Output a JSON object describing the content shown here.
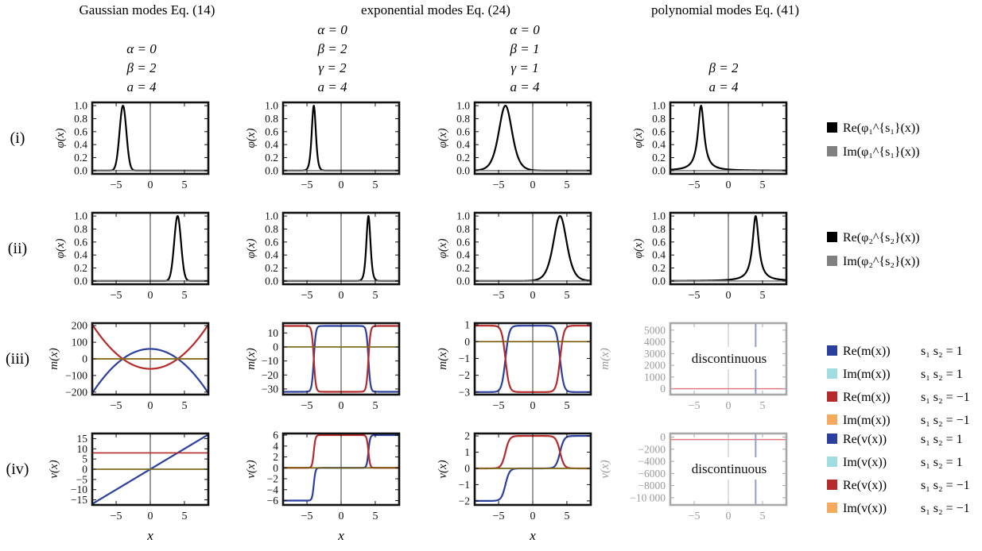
{
  "columns": [
    {
      "title": "Gaussian modes Eq. (14)",
      "params": [
        "α = 0",
        "β = 2",
        "a = 4"
      ]
    },
    {
      "title": "exponential modes Eq. (24)",
      "params": [
        "α = 0",
        "β = 2",
        "γ = 2",
        "a = 4"
      ]
    },
    {
      "title": "",
      "params": [
        "α = 0",
        "β = 1",
        "γ = 1",
        "a = 4"
      ]
    },
    {
      "title": "polynomial modes Eq. (41)",
      "params": [
        "β = 2",
        "a = 4"
      ]
    }
  ],
  "rows": [
    {
      "label": "(i)",
      "ylabel": "φ(x)"
    },
    {
      "label": "(ii)",
      "ylabel": "φ(x)"
    },
    {
      "label": "(iii)",
      "ylabel": "m(x)"
    },
    {
      "label": "(iv)",
      "ylabel": "v(x)"
    }
  ],
  "xlabel": "x",
  "discontinuous_label": "discontinuous",
  "legend_phi1": [
    {
      "label": "Re(φ₁^{s₁}(x))",
      "color": "#000000"
    },
    {
      "label": "Im(φ₁^{s₁}(x))",
      "color": "#808080"
    }
  ],
  "legend_phi2": [
    {
      "label": "Re(φ₂^{s₂}(x))",
      "color": "#000000"
    },
    {
      "label": "Im(φ₂^{s₂}(x))",
      "color": "#808080"
    }
  ],
  "legend_m": [
    {
      "label": "Re(m(x))",
      "cond": "s₁ s₂ = 1",
      "color": "#2b3f9e"
    },
    {
      "label": "Im(m(x))",
      "cond": "s₁ s₂ = 1",
      "color": "#9fdde0"
    },
    {
      "label": "Re(m(x))",
      "cond": "s₁ s₂ = −1",
      "color": "#b52a2a"
    },
    {
      "label": "Im(m(x))",
      "cond": "s₁ s₂ = −1",
      "color": "#f5a95c"
    }
  ],
  "legend_v": [
    {
      "label": "Re(v(x))",
      "cond": "s₁ s₂ = 1",
      "color": "#2b3f9e"
    },
    {
      "label": "Im(v(x))",
      "cond": "s₁ s₂ = 1",
      "color": "#9fdde0"
    },
    {
      "label": "Re(v(x))",
      "cond": "s₁ s₂ = −1",
      "color": "#b52a2a"
    },
    {
      "label": "Im(v(x))",
      "cond": "s₁ s₂ = −1",
      "color": "#f5a95c"
    }
  ],
  "chart_data": [
    {
      "id": "gauss-phi1",
      "type": "line",
      "xlim": [
        -8.5,
        8.5
      ],
      "ylim": [
        -0.05,
        1.05
      ],
      "xticks": [
        -5,
        0,
        5
      ],
      "yticks": [
        0.0,
        0.2,
        0.4,
        0.6,
        0.8,
        1.0
      ],
      "ytick_labels": [
        "0.0",
        "0.2",
        "0.4",
        "0.6",
        "0.8",
        "1.0"
      ],
      "series": [
        {
          "color": "#000000",
          "kind": "gauss",
          "center": -4,
          "width": 0.7
        },
        {
          "color": "#808080",
          "kind": "const",
          "value": 0
        }
      ]
    },
    {
      "id": "exp1-phi1",
      "type": "line",
      "xlim": [
        -8.5,
        8.5
      ],
      "ylim": [
        -0.05,
        1.05
      ],
      "xticks": [
        -5,
        0,
        5
      ],
      "yticks": [
        0.0,
        0.2,
        0.4,
        0.6,
        0.8,
        1.0
      ],
      "ytick_labels": [
        "0.0",
        "0.2",
        "0.4",
        "0.6",
        "0.8",
        "1.0"
      ],
      "series": [
        {
          "color": "#000000",
          "kind": "sech",
          "center": -4,
          "width": 0.4
        },
        {
          "color": "#808080",
          "kind": "const",
          "value": 0
        }
      ]
    },
    {
      "id": "exp2-phi1",
      "type": "line",
      "xlim": [
        -8.5,
        8.5
      ],
      "ylim": [
        -0.05,
        1.05
      ],
      "xticks": [
        -5,
        0,
        5
      ],
      "yticks": [
        0.0,
        0.2,
        0.4,
        0.6,
        0.8,
        1.0
      ],
      "ytick_labels": [
        "0.0",
        "0.2",
        "0.4",
        "0.6",
        "0.8",
        "1.0"
      ],
      "series": [
        {
          "color": "#000000",
          "kind": "sech",
          "center": -4,
          "width": 1.3
        },
        {
          "color": "#808080",
          "kind": "const",
          "value": 0
        }
      ]
    },
    {
      "id": "poly-phi1",
      "type": "line",
      "xlim": [
        -8.5,
        8.5
      ],
      "ylim": [
        -0.05,
        1.05
      ],
      "xticks": [
        -5,
        0,
        5
      ],
      "yticks": [
        0.0,
        0.2,
        0.4,
        0.6,
        0.8,
        1.0
      ],
      "ytick_labels": [
        "0.0",
        "0.2",
        "0.4",
        "0.6",
        "0.8",
        "1.0"
      ],
      "series": [
        {
          "color": "#000000",
          "kind": "lorentz",
          "center": -4,
          "width": 0.55
        },
        {
          "color": "#808080",
          "kind": "const",
          "value": 0
        }
      ]
    },
    {
      "id": "gauss-phi2",
      "type": "line",
      "xlim": [
        -8.5,
        8.5
      ],
      "ylim": [
        -0.05,
        1.05
      ],
      "xticks": [
        -5,
        0,
        5
      ],
      "yticks": [
        0.0,
        0.2,
        0.4,
        0.6,
        0.8,
        1.0
      ],
      "ytick_labels": [
        "0.0",
        "0.2",
        "0.4",
        "0.6",
        "0.8",
        "1.0"
      ],
      "series": [
        {
          "color": "#000000",
          "kind": "gauss",
          "center": 4,
          "width": 0.7
        },
        {
          "color": "#808080",
          "kind": "const",
          "value": 0
        }
      ]
    },
    {
      "id": "exp1-phi2",
      "type": "line",
      "xlim": [
        -8.5,
        8.5
      ],
      "ylim": [
        -0.05,
        1.05
      ],
      "xticks": [
        -5,
        0,
        5
      ],
      "yticks": [
        0.0,
        0.2,
        0.4,
        0.6,
        0.8,
        1.0
      ],
      "ytick_labels": [
        "0.0",
        "0.2",
        "0.4",
        "0.6",
        "0.8",
        "1.0"
      ],
      "series": [
        {
          "color": "#000000",
          "kind": "sech",
          "center": 4,
          "width": 0.4
        },
        {
          "color": "#808080",
          "kind": "const",
          "value": 0
        }
      ]
    },
    {
      "id": "exp2-phi2",
      "type": "line",
      "xlim": [
        -8.5,
        8.5
      ],
      "ylim": [
        -0.05,
        1.05
      ],
      "xticks": [
        -5,
        0,
        5
      ],
      "yticks": [
        0.0,
        0.2,
        0.4,
        0.6,
        0.8,
        1.0
      ],
      "ytick_labels": [
        "0.0",
        "0.2",
        "0.4",
        "0.6",
        "0.8",
        "1.0"
      ],
      "series": [
        {
          "color": "#000000",
          "kind": "sech",
          "center": 4,
          "width": 1.3
        },
        {
          "color": "#808080",
          "kind": "const",
          "value": 0
        }
      ]
    },
    {
      "id": "poly-phi2",
      "type": "line",
      "xlim": [
        -8.5,
        8.5
      ],
      "ylim": [
        -0.05,
        1.05
      ],
      "xticks": [
        -5,
        0,
        5
      ],
      "yticks": [
        0.0,
        0.2,
        0.4,
        0.6,
        0.8,
        1.0
      ],
      "ytick_labels": [
        "0.0",
        "0.2",
        "0.4",
        "0.6",
        "0.8",
        "1.0"
      ],
      "series": [
        {
          "color": "#000000",
          "kind": "lorentz",
          "center": 4,
          "width": 0.55
        },
        {
          "color": "#808080",
          "kind": "const",
          "value": 0
        }
      ]
    },
    {
      "id": "gauss-m",
      "type": "line",
      "xlim": [
        -8.5,
        8.5
      ],
      "ylim": [
        -215,
        215
      ],
      "xticks": [
        -5,
        0,
        5
      ],
      "yticks": [
        -200,
        -100,
        0,
        100,
        200
      ],
      "ytick_labels": [
        "−200",
        "−100",
        "0",
        "100",
        "200"
      ],
      "series": [
        {
          "color": "#2b3f9e",
          "kind": "parabola",
          "a": 60,
          "b": -3.69
        },
        {
          "color": "#b52a2a",
          "kind": "parabola",
          "a": -60,
          "b": 3.69
        },
        {
          "color": "#9fdde0",
          "kind": "const",
          "value": 0
        },
        {
          "color": "#f5a95c",
          "kind": "const",
          "value": 0
        },
        {
          "color": "#7a5a00",
          "kind": "const",
          "value": 0
        }
      ]
    },
    {
      "id": "exp1-m",
      "type": "line",
      "xlim": [
        -8.5,
        8.5
      ],
      "ylim": [
        -34,
        17
      ],
      "xticks": [
        -5,
        0,
        5
      ],
      "yticks": [
        -30,
        -20,
        -10,
        0,
        10
      ],
      "ytick_labels": [
        "−30",
        "−20",
        "−10",
        "0",
        "10"
      ],
      "series": [
        {
          "color": "#2b3f9e",
          "kind": "box",
          "hi": 15,
          "lo": -32,
          "edge": 4,
          "w": 0.3
        },
        {
          "color": "#b52a2a",
          "kind": "box",
          "hi": -32,
          "lo": 15,
          "edge": 4,
          "w": 0.3
        },
        {
          "color": "#9fdde0",
          "kind": "const",
          "value": 0
        },
        {
          "color": "#7a5a00",
          "kind": "const",
          "value": 0
        }
      ]
    },
    {
      "id": "exp2-m",
      "type": "line",
      "xlim": [
        -8.5,
        8.5
      ],
      "ylim": [
        -3.15,
        1.1
      ],
      "xticks": [
        -5,
        0,
        5
      ],
      "yticks": [
        -3,
        -2,
        -1,
        0,
        1
      ],
      "ytick_labels": [
        "−3",
        "−2",
        "−1",
        "0",
        "1"
      ],
      "series": [
        {
          "color": "#2b3f9e",
          "kind": "box",
          "hi": 0.95,
          "lo": -3,
          "edge": 4,
          "w": 0.55
        },
        {
          "color": "#b52a2a",
          "kind": "box",
          "hi": -3,
          "lo": 0.95,
          "edge": 4,
          "w": 0.55
        },
        {
          "color": "#9fdde0",
          "kind": "const",
          "value": 0
        },
        {
          "color": "#7a5a00",
          "kind": "const",
          "value": 0
        }
      ]
    },
    {
      "id": "poly-m",
      "type": "line",
      "faded": true,
      "xlim": [
        -8.5,
        8.5
      ],
      "ylim": [
        -500,
        5600
      ],
      "xticks": [
        -5,
        0,
        5
      ],
      "yticks": [
        0,
        1000,
        2000,
        3000,
        4000,
        5000
      ],
      "ytick_labels": [
        "0",
        "1000",
        "2000",
        "3000",
        "4000",
        "5000"
      ],
      "series": [
        {
          "color": "#e07a7a",
          "kind": "const",
          "value": 0
        },
        {
          "color": "#8d9bd6",
          "kind": "vline",
          "x": 4
        }
      ]
    },
    {
      "id": "gauss-v",
      "type": "line",
      "xlim": [
        -8.5,
        8.5
      ],
      "ylim": [
        -17.5,
        17.5
      ],
      "xticks": [
        -5,
        0,
        5
      ],
      "yticks": [
        -15,
        -10,
        -5,
        0,
        5,
        10,
        15
      ],
      "ytick_labels": [
        "−15",
        "−10",
        "−5",
        "0",
        "5",
        "10",
        "15"
      ],
      "series": [
        {
          "color": "#2b3f9e",
          "kind": "linear",
          "m": 2,
          "c": 0
        },
        {
          "color": "#b52a2a",
          "kind": "const",
          "value": 8
        },
        {
          "color": "#9fdde0",
          "kind": "const",
          "value": 0
        },
        {
          "color": "#7a5a00",
          "kind": "const",
          "value": 0
        }
      ]
    },
    {
      "id": "exp1-v",
      "type": "line",
      "xlim": [
        -8.5,
        8.5
      ],
      "ylim": [
        -6.8,
        6.3
      ],
      "xticks": [
        -5,
        0,
        5
      ],
      "yticks": [
        -6,
        -4,
        -2,
        0,
        2,
        4,
        6
      ],
      "ytick_labels": [
        "−6",
        "−4",
        "−2",
        "0",
        "2",
        "4",
        "6"
      ],
      "series": [
        {
          "color": "#2b3f9e",
          "kind": "twostep",
          "v1": -6,
          "v2": 0,
          "v3": 6,
          "e1": -4,
          "e2": 4,
          "w": 0.25
        },
        {
          "color": "#b52a2a",
          "kind": "hump",
          "lo": 0,
          "hi": 6,
          "e1": -4,
          "e2": 4,
          "w": 0.25
        },
        {
          "color": "#9fdde0",
          "kind": "const",
          "value": 0
        },
        {
          "color": "#7a5a00",
          "kind": "const",
          "value": 0
        }
      ]
    },
    {
      "id": "exp2-v",
      "type": "line",
      "xlim": [
        -8.5,
        8.5
      ],
      "ylim": [
        -2.25,
        2.15
      ],
      "xticks": [
        -5,
        0,
        5
      ],
      "yticks": [
        -2,
        -1,
        0,
        1,
        2
      ],
      "ytick_labels": [
        "−2",
        "−1",
        "0",
        "1",
        "2"
      ],
      "series": [
        {
          "color": "#2b3f9e",
          "kind": "twostep",
          "v1": -2,
          "v2": 0,
          "v3": 2,
          "e1": -4,
          "e2": 4,
          "w": 0.6
        },
        {
          "color": "#b52a2a",
          "kind": "hump",
          "lo": 0,
          "hi": 2,
          "e1": -4,
          "e2": 4,
          "w": 0.6
        },
        {
          "color": "#9fdde0",
          "kind": "const",
          "value": 0
        },
        {
          "color": "#7a5a00",
          "kind": "const",
          "value": 0
        }
      ]
    },
    {
      "id": "poly-v",
      "type": "line",
      "faded": true,
      "xlim": [
        -8.5,
        8.5
      ],
      "ylim": [
        -11200,
        600
      ],
      "xticks": [
        -5,
        0,
        5
      ],
      "yticks": [
        -10000,
        -8000,
        -6000,
        -4000,
        -2000,
        0
      ],
      "ytick_labels": [
        "−10 000",
        "−8000",
        "−6000",
        "−4000",
        "−2000",
        "0"
      ],
      "series": [
        {
          "color": "#e07a7a",
          "kind": "const",
          "value": -400
        },
        {
          "color": "#8d9bd6",
          "kind": "vline",
          "x": 4
        }
      ]
    }
  ]
}
